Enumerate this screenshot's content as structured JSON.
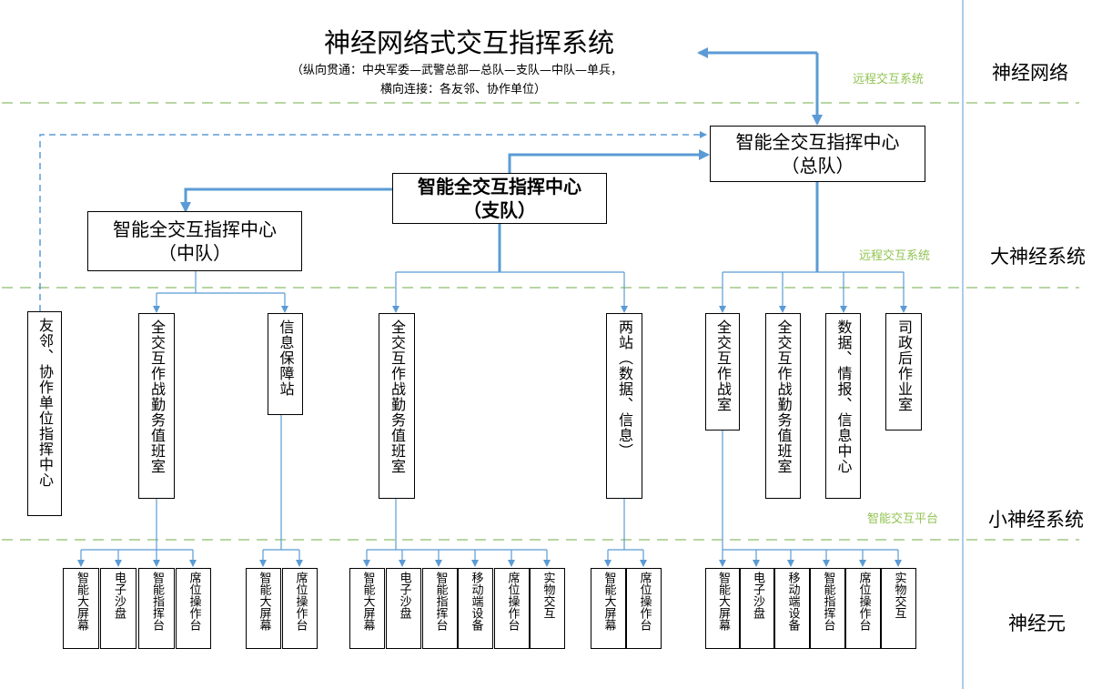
{
  "title": "神经网络式交互指挥系统",
  "subtitle": {
    "line1": "（纵向贯通：中央军委—武警总部—总队—支队—中队—单兵，",
    "line2": "横向连接：各友邻、协作单位）"
  },
  "layers": {
    "neural_network": "神经网络",
    "big_neural_system": "大神经系统",
    "small_neural_system": "小神经系统",
    "neuron": "神经元"
  },
  "zone_labels": {
    "remote_1": "远程交互系统",
    "remote_2": "远程交互系统",
    "platform": "智能交互平台"
  },
  "centers": {
    "zongdui": {
      "name": "智能全交互指挥中心",
      "unit": "（总队）"
    },
    "zhidui": {
      "name": "智能全交互指挥中心",
      "unit": "（支队）"
    },
    "zhongdui": {
      "name": "智能全交互指挥中心",
      "unit": "（中队）"
    }
  },
  "rooms": {
    "youlin": "友邻、协作单位指挥中心",
    "zd_duty": "全交互作战勤务值班室",
    "zd_info": "信息保障站",
    "zhi_duty": "全交互作战勤务值班室",
    "zhi_station": "两站（数据、信息）",
    "zong_combat": "全交互作战室",
    "zong_duty": "全交互作战勤务值班室",
    "zong_data": "数据、情报、信息中心",
    "zong_sizheng": "司政后作业室"
  },
  "neurons": {
    "g1": [
      "智能大屏幕",
      "电子沙盘",
      "智能指挥台",
      "席位操作台"
    ],
    "g2": [
      "智能大屏幕",
      "席位操作台"
    ],
    "g3": [
      "智能大屏幕",
      "电子沙盘",
      "智能指挥台",
      "移动端设备",
      "席位操作台",
      "实物交互"
    ],
    "g4": [
      "智能大屏幕",
      "席位操作台"
    ],
    "g5": [
      "智能大屏幕",
      "电子沙盘",
      "移动端设备",
      "智能指挥台",
      "席位操作台",
      "实物交互"
    ]
  },
  "colors": {
    "connector": "#5b9bd5",
    "layer_divider": "#70ad47",
    "zone_label": "#92c353",
    "vertical_divider": "#5b9bd5"
  }
}
